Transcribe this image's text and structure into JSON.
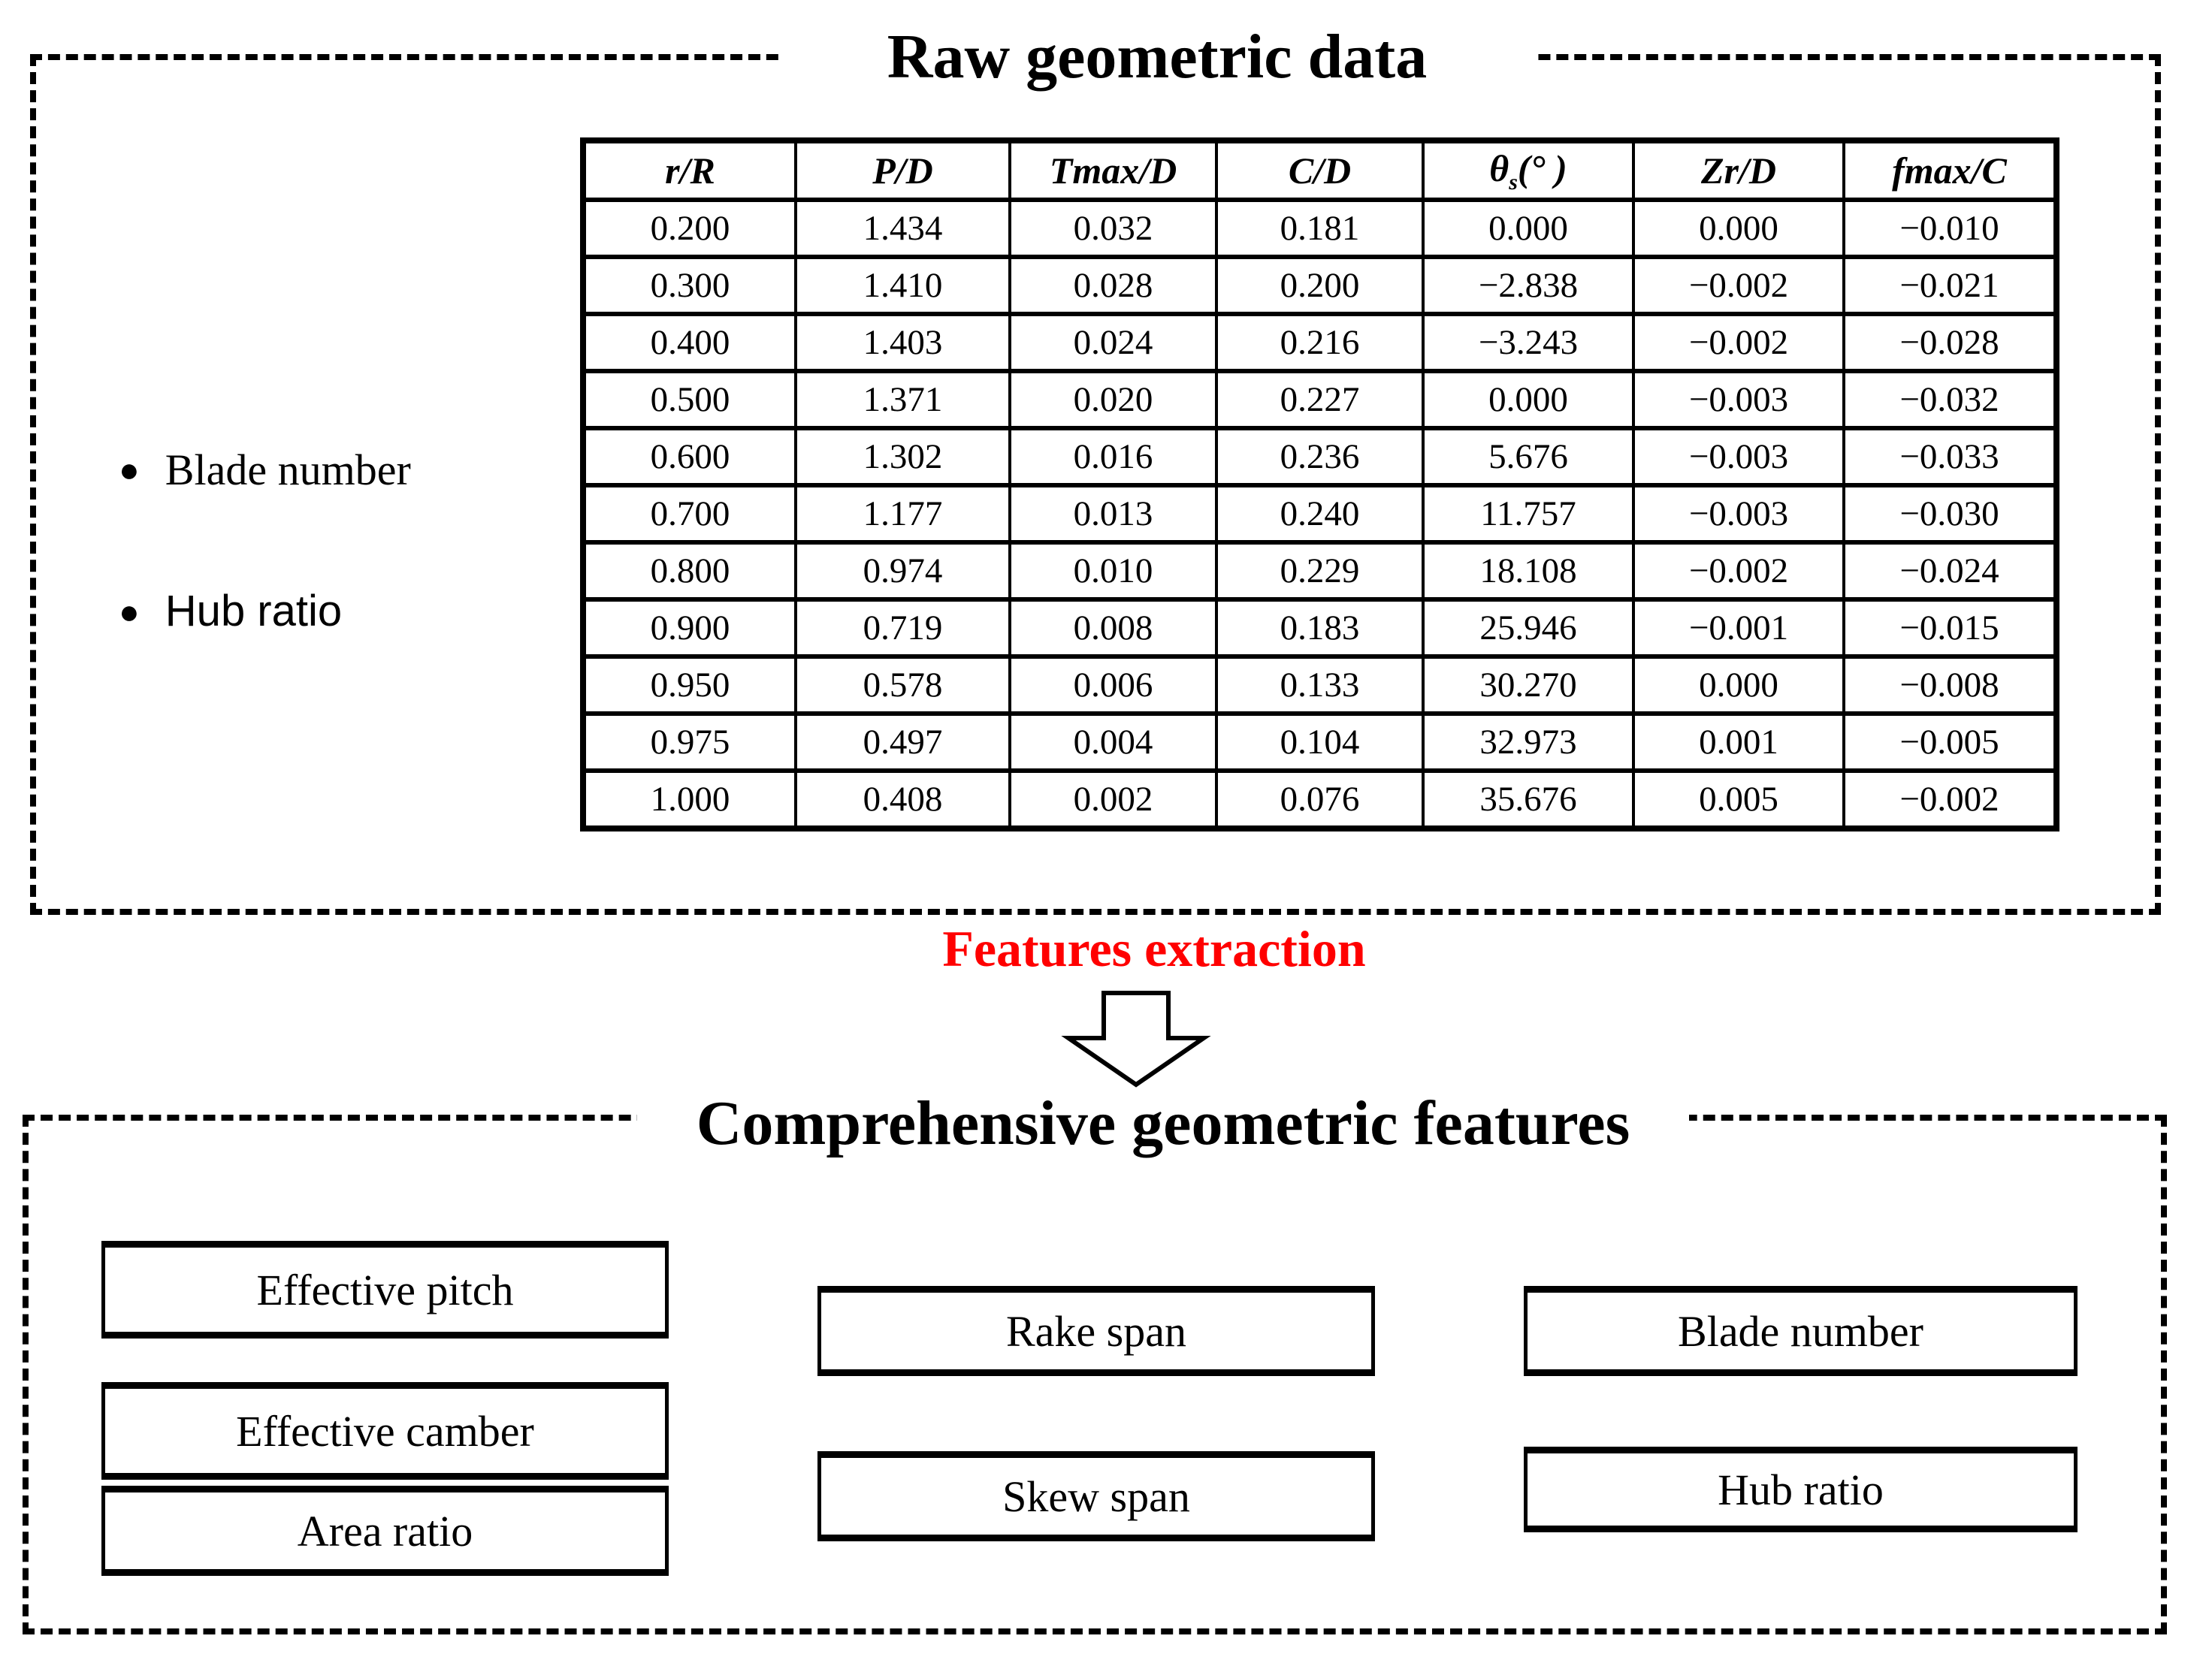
{
  "colors": {
    "accent_red": "#FF0000",
    "ink": "#000000",
    "background": "#FFFFFF"
  },
  "raw_section": {
    "title": "Raw geometric data",
    "bullet_glyph": "●",
    "bullets": [
      {
        "label": "Blade number"
      },
      {
        "label": "Hub ratio"
      }
    ],
    "table": {
      "headers": [
        "r/R",
        "P/D",
        "Tmax/D",
        "C/D",
        "Zr/D",
        "fmax/C"
      ],
      "theta_header": {
        "symbol": "θ",
        "sub": "s",
        "suffix": "(° )"
      },
      "rows": [
        [
          "0.200",
          "1.434",
          "0.032",
          "0.181",
          "0.000",
          "0.000",
          "−0.010"
        ],
        [
          "0.300",
          "1.410",
          "0.028",
          "0.200",
          "−2.838",
          "−0.002",
          "−0.021"
        ],
        [
          "0.400",
          "1.403",
          "0.024",
          "0.216",
          "−3.243",
          "−0.002",
          "−0.028"
        ],
        [
          "0.500",
          "1.371",
          "0.020",
          "0.227",
          "0.000",
          "−0.003",
          "−0.032"
        ],
        [
          "0.600",
          "1.302",
          "0.016",
          "0.236",
          "5.676",
          "−0.003",
          "−0.033"
        ],
        [
          "0.700",
          "1.177",
          "0.013",
          "0.240",
          "11.757",
          "−0.003",
          "−0.030"
        ],
        [
          "0.800",
          "0.974",
          "0.010",
          "0.229",
          "18.108",
          "−0.002",
          "−0.024"
        ],
        [
          "0.900",
          "0.719",
          "0.008",
          "0.183",
          "25.946",
          "−0.001",
          "−0.015"
        ],
        [
          "0.950",
          "0.578",
          "0.006",
          "0.133",
          "30.270",
          "0.000",
          "−0.008"
        ],
        [
          "0.975",
          "0.497",
          "0.004",
          "0.104",
          "32.973",
          "0.001",
          "−0.005"
        ],
        [
          "1.000",
          "0.408",
          "0.002",
          "0.076",
          "35.676",
          "0.005",
          "−0.002"
        ]
      ]
    }
  },
  "process": {
    "label": "Features extraction",
    "arrow_icon": "block-arrow-down"
  },
  "features_section": {
    "title": "Comprehensive geometric features",
    "boxes": [
      {
        "label": "Effective pitch"
      },
      {
        "label": "Effective camber"
      },
      {
        "label": "Area ratio"
      },
      {
        "label": "Rake span"
      },
      {
        "label": "Skew span"
      },
      {
        "label": "Blade number"
      },
      {
        "label": "Hub ratio"
      }
    ]
  }
}
